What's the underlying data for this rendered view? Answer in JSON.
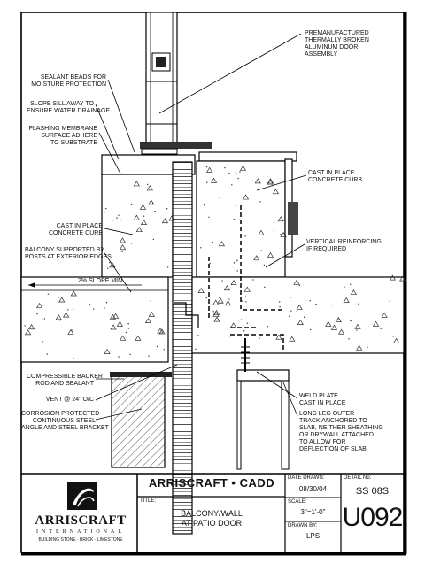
{
  "labels": {
    "door": [
      "PREMANUFACTURED",
      "THERMALLY BROKEN",
      "ALUMINUM DOOR",
      "ASSEMBLY"
    ],
    "sealant": [
      "SEALANT BEADS FOR",
      "MOISTURE PROTECTION"
    ],
    "slope_sill": [
      "SLOPE SILL AWAY TO",
      "ENSURE WATER DRAINAGE"
    ],
    "flashing": [
      "FLASHING MEMBRANE",
      "SURFACE ADHERE",
      "TO SUBSTRATE"
    ],
    "curb_right": [
      "CAST IN PLACE",
      "CONCRETE CURB"
    ],
    "curb_left": [
      "CAST IN PLACE",
      "CONCRETE CURB"
    ],
    "balcony_posts": [
      "BALCONY SUPPORTED BY",
      "POSTS AT EXTERIOR EDGES"
    ],
    "vertical_reinf": [
      "VERTICAL REINFORCING",
      "IF REQUIRED"
    ],
    "slope_min": "2% SLOPE MIN.",
    "backer_rod": [
      "COMPRESSIBLE BACKER",
      "ROD AND SEALANT"
    ],
    "vent": "VENT @ 24\" O/C",
    "corrosion": [
      "CORROSION PROTECTED",
      "CONTINUOUS STEEL",
      "ANGLE AND STEEL BRACKET"
    ],
    "weld_plate": [
      "WELD PLATE",
      "CAST IN PLACE"
    ],
    "long_leg": [
      "LONG LEG OUTER",
      "TRACK ANCHORED TO",
      "SLAB, NEITHER SHEATHING",
      "OR DRYWALL ATTACHED",
      "TO ALLOW FOR",
      "DEFLECTION OF SLAB"
    ]
  },
  "title_block": {
    "company_header": "ARRISCRAFT • CADD",
    "logo_name": "ARRISCRAFT",
    "logo_sub": "INTERNATIONAL",
    "logo_tagline": "BUILDING STONE · BRICK · LIMESTONE",
    "title_label": "TITLE:",
    "title_line1": "BALCONY/WALL",
    "title_line2": "AT PATIO DOOR",
    "date_label": "DATE DRAWN:",
    "date_value": "08/30/04",
    "scale_label": "SCALE:",
    "scale_value": "3\"=1'-0\"",
    "drawn_label": "DRAWN BY:",
    "drawn_value": "LPS",
    "detail_label": "DETAIL No:",
    "detail_code": "SS 08S",
    "detail_number": "U092"
  }
}
